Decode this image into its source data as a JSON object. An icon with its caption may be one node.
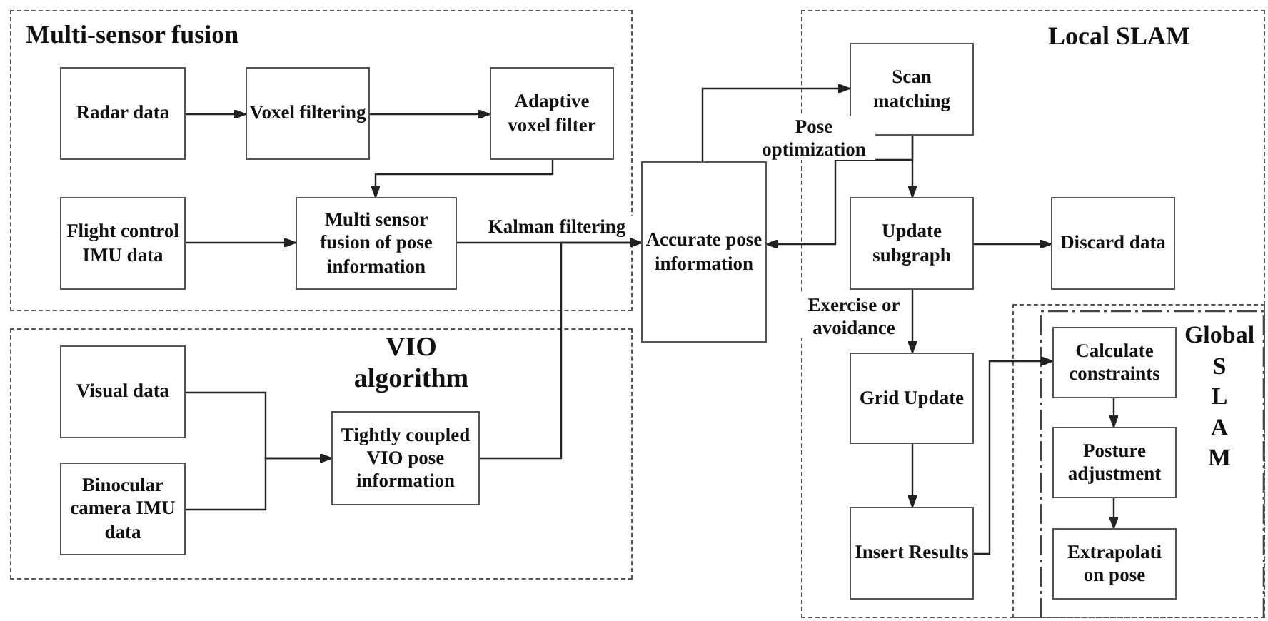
{
  "diagram": {
    "nodes": [
      {
        "text": [
          "Multi-sensor fusion"
        ]
      },
      {
        "text": [
          "Radar data"
        ],
        "in": 0
      },
      {
        "text": [
          "Voxel filtering"
        ],
        "in": 0
      },
      {
        "text": [
          "Adaptive voxel filter"
        ],
        "in": 0
      },
      {
        "text": [
          "Flight control IMU data"
        ],
        "in": 0
      },
      {
        "text": [
          "Multi sensor fusion of pose information"
        ],
        "in": 0
      },
      {
        "text": [
          "VIO algorithm"
        ]
      },
      {
        "text": [
          "Visual data"
        ],
        "in": 6
      },
      {
        "text": [
          "Binocular camera IMU data"
        ],
        "in": 6
      },
      {
        "text": [
          "Tightly coupled VIO pose information"
        ],
        "in": 6
      },
      {
        "text": [
          "Accurate pose information"
        ]
      },
      {
        "text": [
          "Local SLAM"
        ]
      },
      {
        "text": [
          "Scan matching"
        ],
        "in": 11
      },
      {
        "text": [
          "Update subgraph"
        ],
        "in": 11
      },
      {
        "text": [
          "Discard data"
        ],
        "in": 11
      },
      {
        "text": [
          "Grid Update"
        ],
        "in": 11
      },
      {
        "text": [
          "Insert Results"
        ],
        "in": 11
      },
      {
        "text": [
          "Global S L A M"
        ],
        "in": 11
      },
      {
        "text": [
          "Calculate constraints"
        ],
        "in": 17
      },
      {
        "text": [
          "Posture adjustment"
        ],
        "in": 17
      },
      {
        "text": [
          "Extrapolati on pose"
        ],
        "in": 17
      }
    ],
    "edges": [
      {
        "from": 1,
        "to": 2,
        "arrow": "to"
      },
      {
        "from": 2,
        "to": 3,
        "arrow": "to"
      },
      {
        "from": 3,
        "to": 5,
        "arrow": "to"
      },
      {
        "from": 4,
        "to": 5,
        "arrow": "to"
      },
      {
        "from": 5,
        "to": 10,
        "arrow": "to",
        "label": "Kalman filtering"
      },
      {
        "from": 9,
        "to": 10,
        "arrow": "to"
      },
      {
        "from": 7,
        "to": 9,
        "arrow": "to"
      },
      {
        "from": 8,
        "to": 9,
        "arrow": "to"
      },
      {
        "from": 10,
        "to": 12,
        "arrow": "to"
      },
      {
        "from": 12,
        "to": 13,
        "arrow": "to"
      },
      {
        "from": 12,
        "to": 10,
        "arrow": "to",
        "label": "Pose optimization"
      },
      {
        "from": 13,
        "to": 14,
        "arrow": "to"
      },
      {
        "from": 13,
        "to": 15,
        "arrow": "to",
        "label": "Exercise or avoidance"
      },
      {
        "from": 15,
        "to": 16,
        "arrow": "to"
      },
      {
        "from": 16,
        "to": 18,
        "arrow": "to"
      },
      {
        "from": 18,
        "to": 19,
        "arrow": "to"
      },
      {
        "from": 19,
        "to": 20,
        "arrow": "to"
      }
    ]
  }
}
